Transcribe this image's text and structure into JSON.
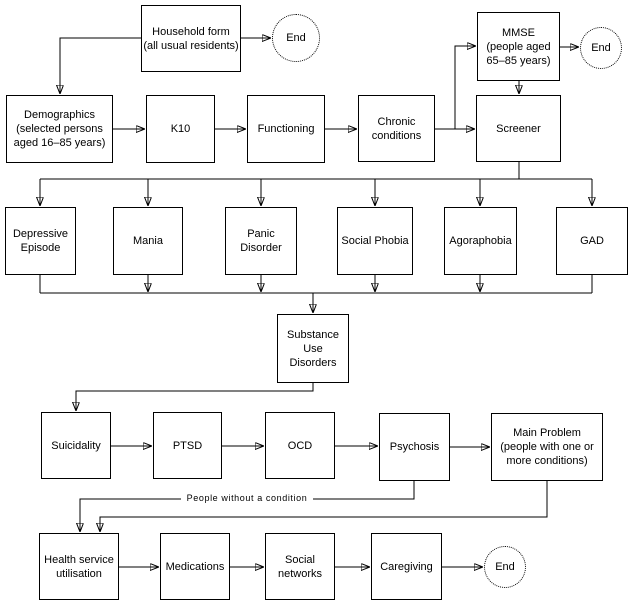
{
  "diagram": {
    "background_color": "#ffffff",
    "line_color": "#000000",
    "text_color": "#000000"
  },
  "nodes": {
    "household_form": {
      "label": "Household form\n(all usual residents)"
    },
    "end_top_left": {
      "label": "End"
    },
    "mmse": {
      "label": "MMSE\n(people aged\n65–85 years)"
    },
    "end_top_right": {
      "label": "End"
    },
    "demographics": {
      "label": "Demographics\n(selected persons\naged 16–85 years)"
    },
    "k10": {
      "label": "K10"
    },
    "functioning": {
      "label": "Functioning"
    },
    "chronic_conditions": {
      "label": "Chronic\nconditions"
    },
    "screener": {
      "label": "Screener"
    },
    "depressive_episode": {
      "label": "Depressive\nEpisode"
    },
    "mania": {
      "label": "Mania"
    },
    "panic_disorder": {
      "label": "Panic\nDisorder"
    },
    "social_phobia": {
      "label": "Social Phobia"
    },
    "agoraphobia": {
      "label": "Agoraphobia"
    },
    "gad": {
      "label": "GAD"
    },
    "substance_use_disorders": {
      "label": "Substance\nUse\nDisorders"
    },
    "suicidality": {
      "label": "Suicidality"
    },
    "ptsd": {
      "label": "PTSD"
    },
    "ocd": {
      "label": "OCD"
    },
    "psychosis": {
      "label": "Psychosis"
    },
    "main_problem": {
      "label": "Main Problem\n(people with one or\nmore conditions)"
    },
    "health_service_utilisation": {
      "label": "Health service\nutilisation"
    },
    "medications": {
      "label": "Medications"
    },
    "social_networks": {
      "label": "Social\nnetworks"
    },
    "caregiving": {
      "label": "Caregiving"
    },
    "end_bottom": {
      "label": "End"
    }
  },
  "edge_labels": {
    "people_without_condition": "People without a condition"
  }
}
